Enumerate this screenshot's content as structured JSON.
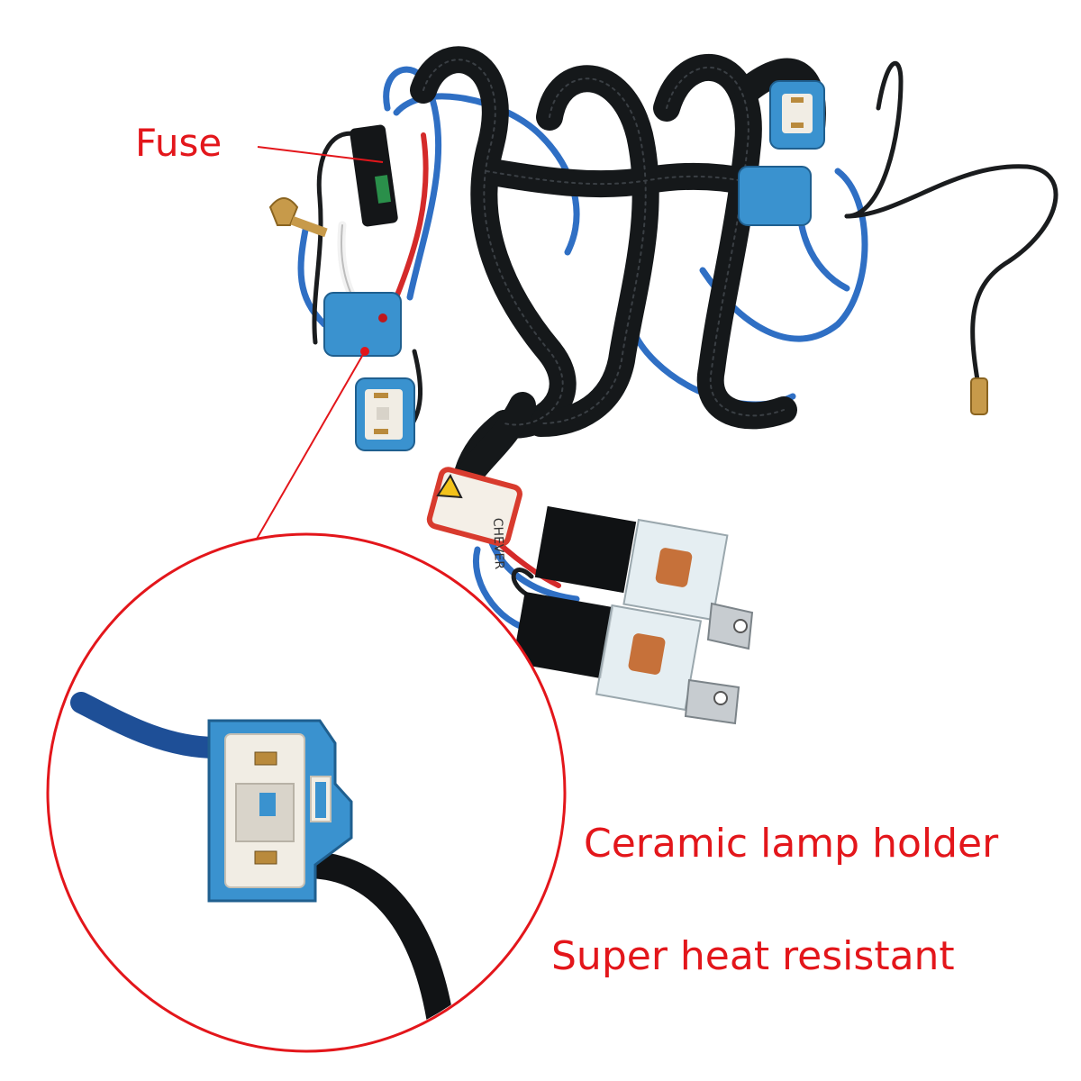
{
  "annotations": {
    "fuse": "Fuse",
    "ceramic_lamp_holder": "Ceramic lamp holder",
    "super_heat_resistant": "Super heat resistant"
  },
  "relay_sticker_text": "CHEVER",
  "colors": {
    "annotation_red": "#e3161b",
    "harness_black": "#15181a",
    "wire_blue": "#2f6fc4",
    "socket_blue": "#3a92cf",
    "ceramic_white": "#f1ede4",
    "terminal_brass": "#b98a3c",
    "background": "#ffffff"
  }
}
